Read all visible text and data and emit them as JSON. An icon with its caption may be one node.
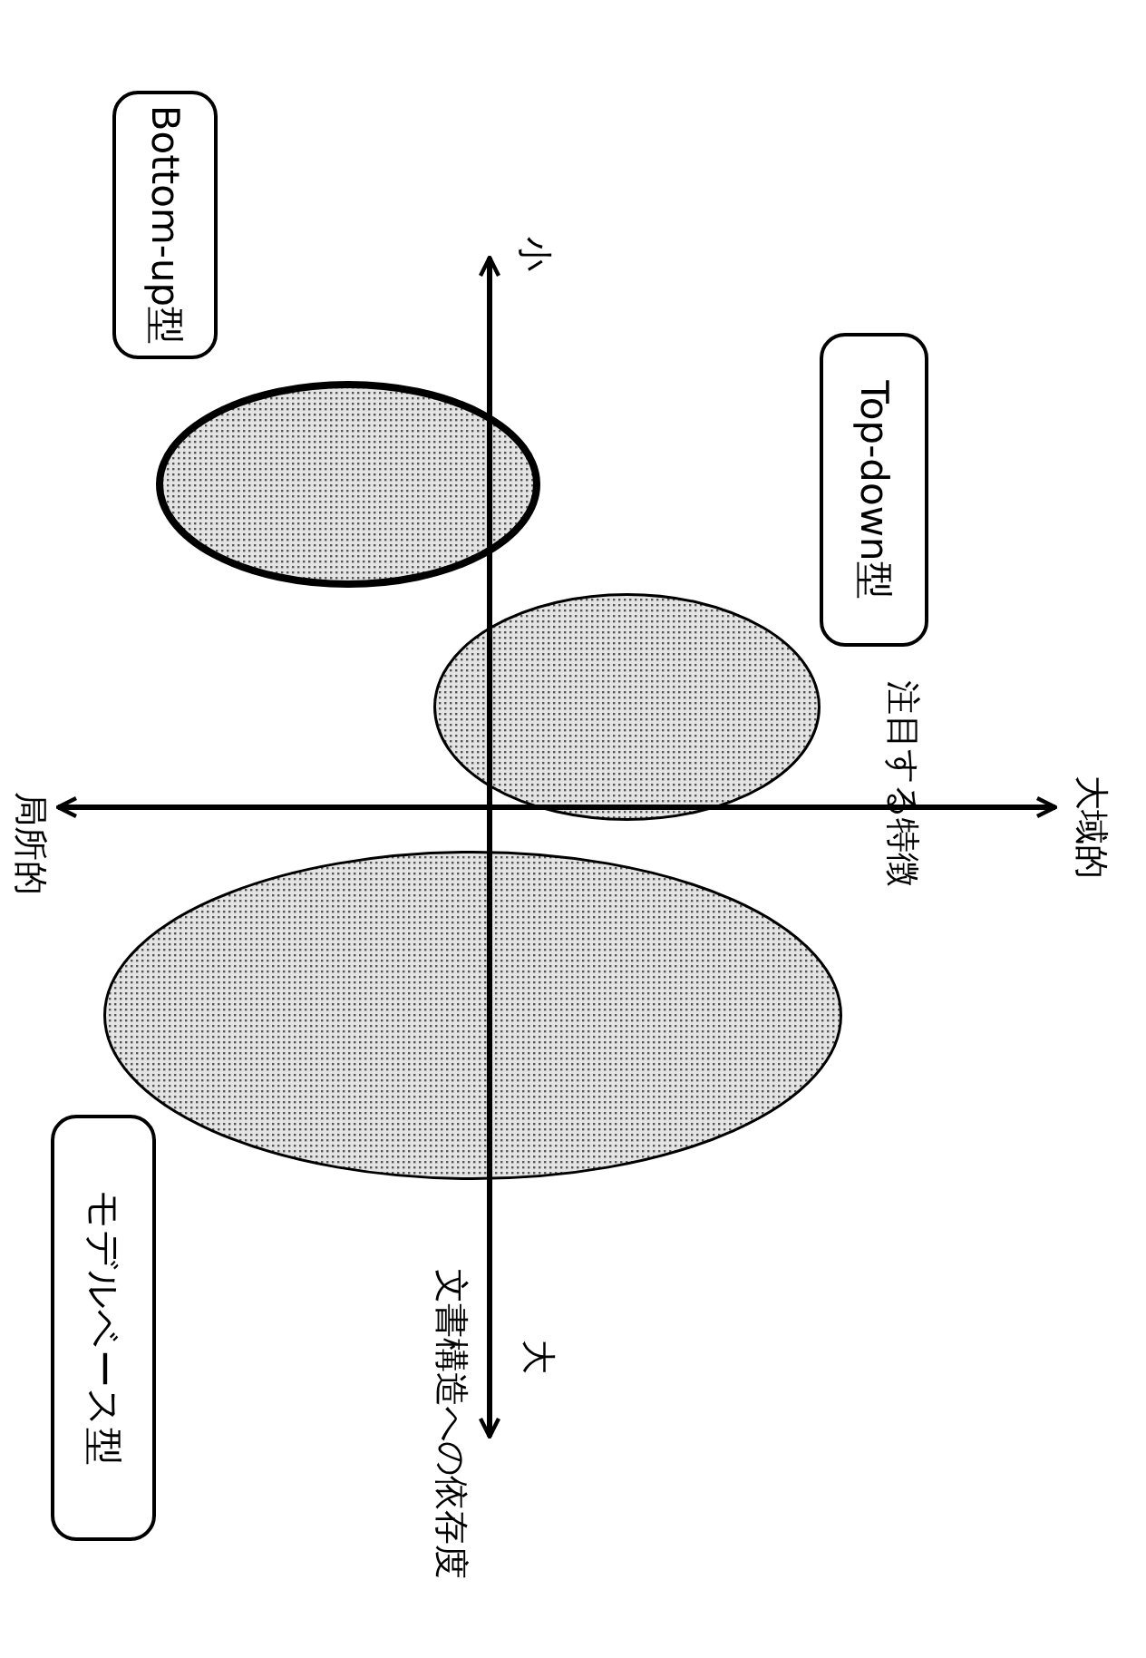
{
  "diagram": {
    "nodes": [
      {
        "text": [
          "Bottom-up型"
        ]
      },
      {
        "text": [
          "Top-down型"
        ]
      },
      {
        "text": [
          "モデルベース型"
        ]
      },
      {
        "text": [],
        "shape": "ellipse"
      },
      {
        "text": [],
        "shape": "ellipse"
      },
      {
        "text": [],
        "shape": "ellipse"
      }
    ],
    "labels": [
      "小",
      "注目する特徴",
      "大域的",
      "局所的",
      "大",
      "文書構造への依存度"
    ]
  }
}
